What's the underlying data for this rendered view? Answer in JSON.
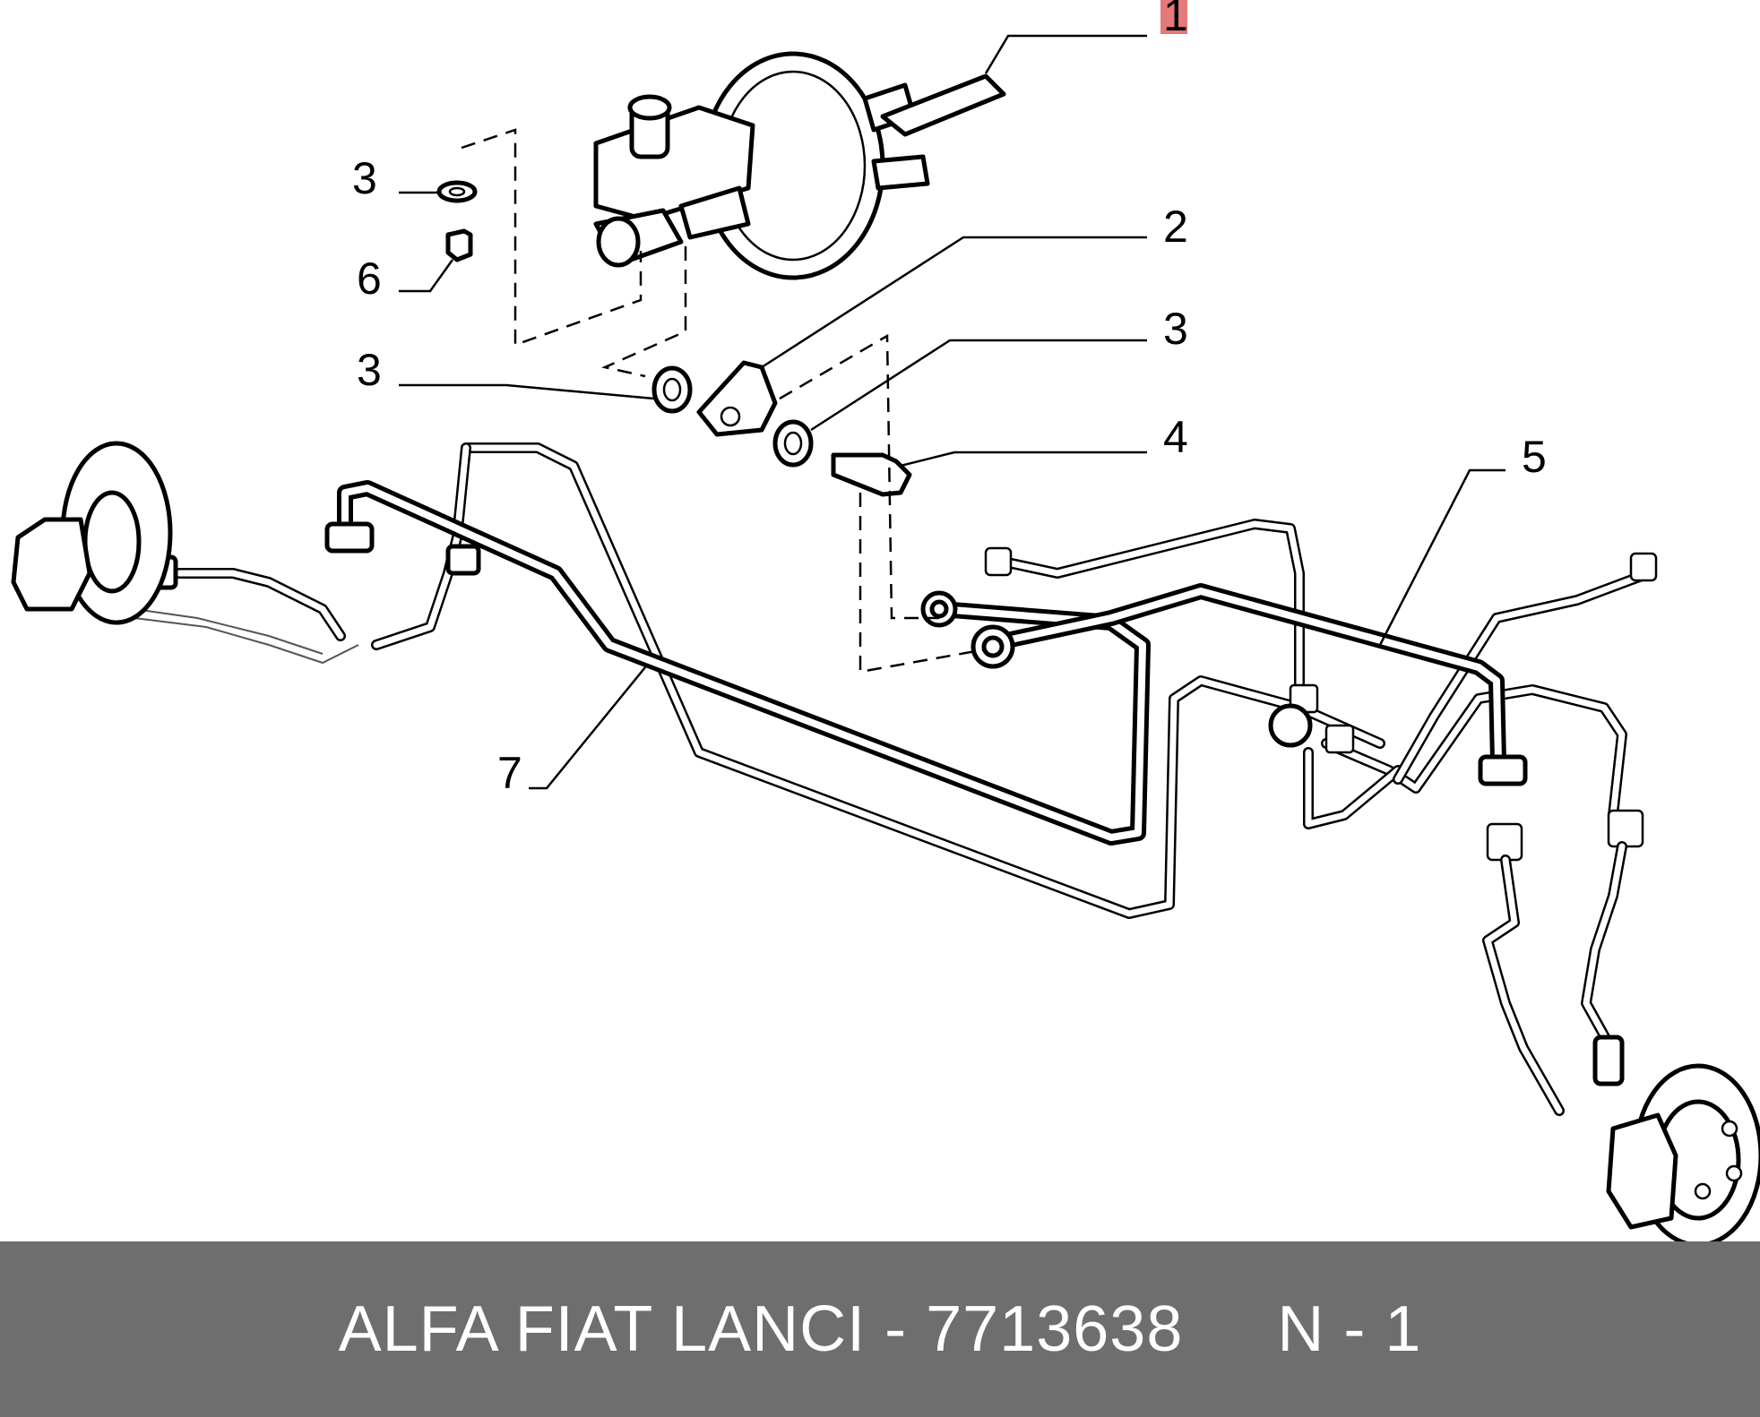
{
  "diagram": {
    "callouts": [
      {
        "id": "c1",
        "label": "1",
        "highlighted": true
      },
      {
        "id": "c2",
        "label": "2"
      },
      {
        "id": "c3a",
        "label": "3"
      },
      {
        "id": "c3b",
        "label": "3"
      },
      {
        "id": "c3c",
        "label": "3"
      },
      {
        "id": "c4",
        "label": "4"
      },
      {
        "id": "c5",
        "label": "5"
      },
      {
        "id": "c6",
        "label": "6"
      },
      {
        "id": "c7",
        "label": "7"
      }
    ],
    "highlight_color": "#e06060",
    "parts": [
      "brake-booster",
      "master-cylinder",
      "seal-washer",
      "bracket",
      "bolt",
      "brake-pipe-front",
      "brake-pipe-rear",
      "flexible-hose",
      "brake-disc",
      "brake-caliper",
      "pipe-junction"
    ]
  },
  "footer": {
    "text": "ALFA FIAT LANCI - 7713638     N - 1",
    "background": "#6e6e6e",
    "color": "#ffffff"
  }
}
